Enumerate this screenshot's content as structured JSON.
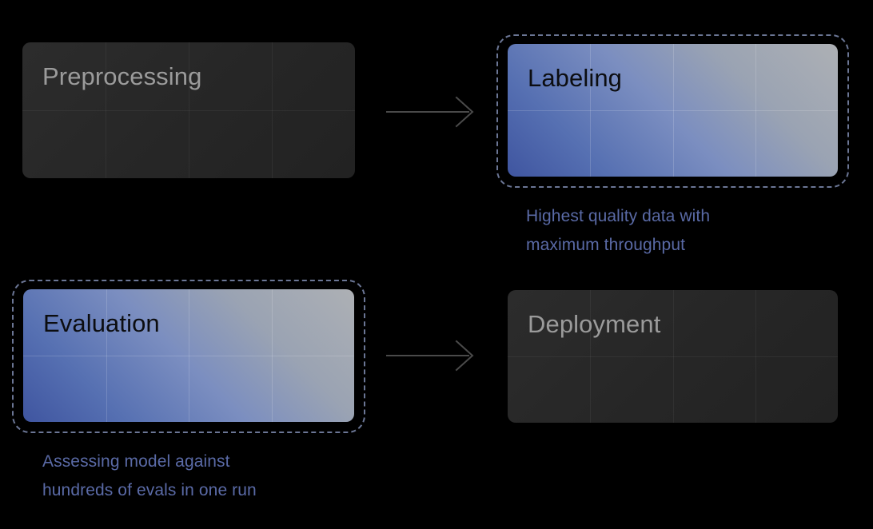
{
  "canvas": {
    "background": "#000000",
    "accent_blue": "#5a6aa6",
    "selection_border": "#6b7695",
    "arrow_color": "#4a4a4a",
    "dark_card_bg": "#272727",
    "dark_card_title": "#9b9b9b"
  },
  "nodes": [
    {
      "id": "preprocessing",
      "title": "Preprocessing",
      "state": "inactive",
      "caption": ""
    },
    {
      "id": "labeling",
      "title": "Labeling",
      "state": "selected",
      "caption": "Highest quality data with\nmaximum throughput"
    },
    {
      "id": "evaluation",
      "title": "Evaluation",
      "state": "selected",
      "caption": "Assessing model against\nhundreds of evals in one run"
    },
    {
      "id": "deployment",
      "title": "Deployment",
      "state": "inactive",
      "caption": ""
    }
  ],
  "connectors": [
    {
      "id": "preprocessing-to-labeling",
      "icon": "arrow-right-icon",
      "from": "preprocessing",
      "to": "labeling"
    },
    {
      "id": "evaluation-to-deployment",
      "icon": "arrow-right-icon",
      "from": "evaluation",
      "to": "deployment"
    }
  ]
}
